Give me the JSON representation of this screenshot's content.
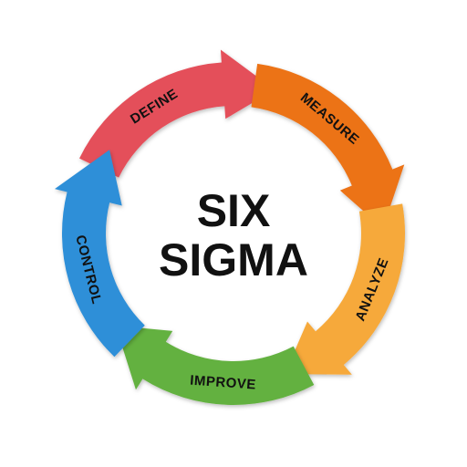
{
  "diagram": {
    "title_lines": [
      "SIX",
      "SIGMA"
    ],
    "phases": [
      {
        "key": "define",
        "label": "DEFINE",
        "color": "#E4505A"
      },
      {
        "key": "measure",
        "label": "MEASURE",
        "color": "#EC7318"
      },
      {
        "key": "analyze",
        "label": "ANALYZE",
        "color": "#F6A93A"
      },
      {
        "key": "improve",
        "label": "IMPROVE",
        "color": "#63B13F"
      },
      {
        "key": "control",
        "label": "CONTROL",
        "color": "#2F8FD8"
      }
    ]
  }
}
